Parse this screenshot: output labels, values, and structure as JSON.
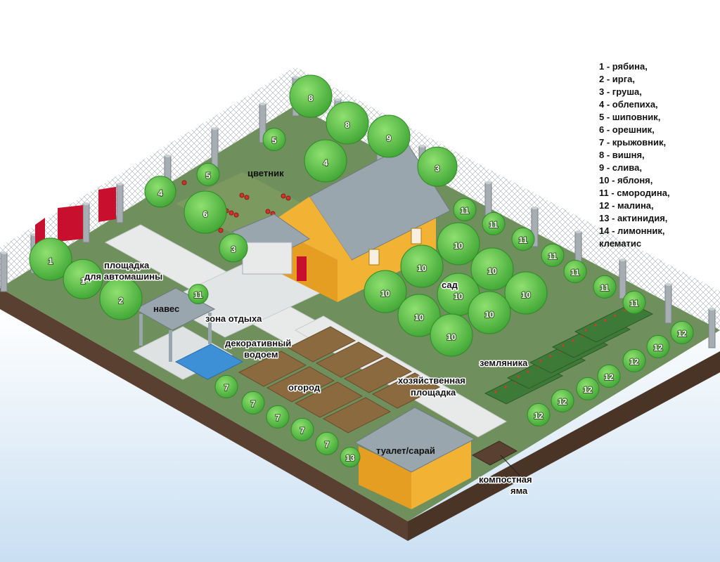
{
  "labels": {
    "flowerbed": "цветник",
    "parking_line1": "площадка",
    "parking_line2": "для автомашины",
    "canopy": "навес",
    "rest_zone": "зона отдыха",
    "pond_line1": "декоративный",
    "pond_line2": "водоем",
    "vegetable_garden": "огород",
    "orchard": "сад",
    "strawberry": "земляника",
    "utility_line1": "хозяйственная",
    "utility_line2": "площадка",
    "toilet_shed": "туалет/сарай",
    "compost_line1": "компостная",
    "compost_line2": "яма"
  },
  "legend": [
    "1 - рябина,",
    "2 - ирга,",
    "3 - груша,",
    "4 - облепиха,",
    "5 - шиповник,",
    "6 - орешник,",
    "7 - крыжовник,",
    "8 - вишня,",
    "9 - слива,",
    "10 - яблоня,",
    "11 - смородина,",
    "12 - малина,",
    "13 - актинидия,",
    "14 - лимонник,",
    "клематис"
  ],
  "plant_numbers": {
    "n1": "1",
    "n2": "2",
    "n3": "3",
    "n4": "4",
    "n5": "5",
    "n6": "6",
    "n7": "7",
    "n8": "8",
    "n9": "9",
    "n10": "10",
    "n11": "11",
    "n12": "12",
    "n13": "13"
  },
  "colors": {
    "sky_top": "#c9dff2",
    "lawn": "#6f8f5c",
    "soil_side": "#5a4030",
    "tree": "#5cc24a",
    "house_wall": "#f2b233",
    "roof": "#9aa6ad",
    "paving": "#e8eaea",
    "fence_post": "#a7aeb3",
    "gate_red": "#c8102e",
    "pond": "#3d8fd6",
    "beds_soil": "#8a6a3e",
    "strawberry_bed": "#3e7a37"
  }
}
